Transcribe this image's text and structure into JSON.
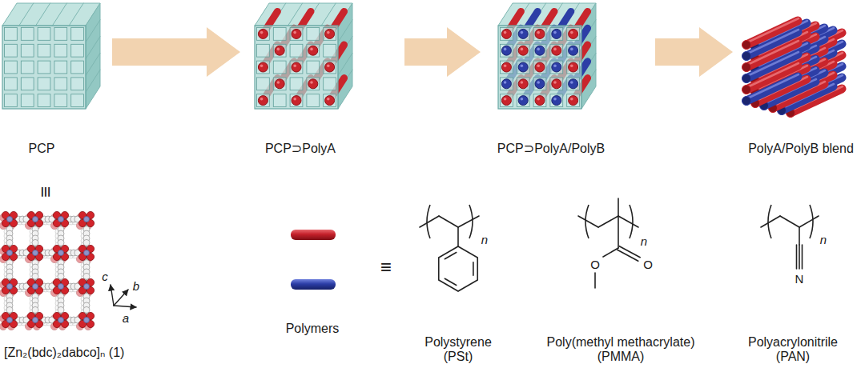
{
  "diagram": {
    "nodes": [
      {
        "text": [
          "PCP"
        ]
      },
      {
        "text": [
          "PCP⊃PolyA"
        ]
      },
      {
        "text": [
          "PCP⊃PolyA/PolyB"
        ]
      },
      {
        "text": [
          "PolyA/PolyB blend"
        ]
      }
    ],
    "edges": [
      {
        "from": 0,
        "to": 1,
        "arrow": "to"
      },
      {
        "from": 1,
        "to": 2,
        "arrow": "to"
      },
      {
        "from": 2,
        "to": 3,
        "arrow": "to"
      }
    ],
    "labels": [
      "≡",
      "[Zn₂(bdc)₂dabco]ₙ (1)",
      "c",
      "b",
      "a",
      "Polymers",
      "≡",
      "n",
      "Polystyrene (PSt)",
      "n",
      "O",
      "O",
      "Poly(methyl methacrylate) (PMMA)",
      "n",
      "N",
      "Polyacrylonitrile (PAN)"
    ]
  }
}
